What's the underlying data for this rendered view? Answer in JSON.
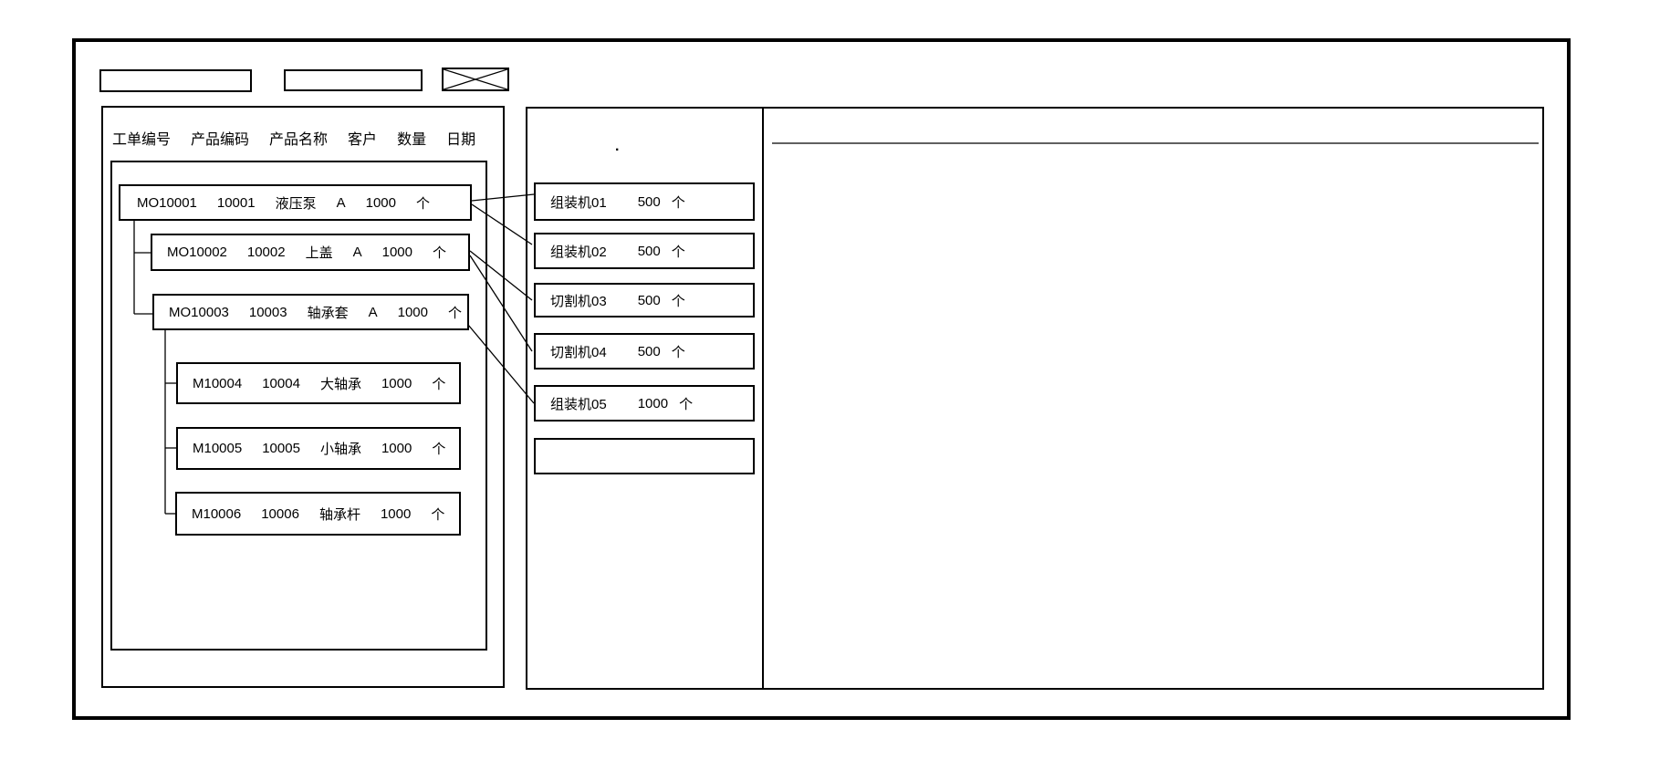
{
  "colors": {
    "line": "#000000",
    "background": "#ffffff"
  },
  "toolbar": {
    "field1_value": "",
    "field2_value": "",
    "close_icon": "x-crossed-box"
  },
  "work_orders": {
    "columns": [
      "工单编号",
      "产品编码",
      "产品名称",
      "客户",
      "数量",
      "日期"
    ],
    "rows": [
      {
        "order_no": "MO10001",
        "product_code": "10001",
        "product_name": "液压泵",
        "customer": "A",
        "qty": "1000",
        "unit": "个",
        "level": 0
      },
      {
        "order_no": "MO10002",
        "product_code": "10002",
        "product_name": "上盖",
        "customer": "A",
        "qty": "1000",
        "unit": "个",
        "level": 1
      },
      {
        "order_no": "MO10003",
        "product_code": "10003",
        "product_name": "轴承套",
        "customer": "A",
        "qty": "1000",
        "unit": "个",
        "level": 1
      },
      {
        "order_no": "M10004",
        "product_code": "10004",
        "product_name": "大轴承",
        "customer": "",
        "qty": "1000",
        "unit": "个",
        "level": 2
      },
      {
        "order_no": "M10005",
        "product_code": "10005",
        "product_name": "小轴承",
        "customer": "",
        "qty": "1000",
        "unit": "个",
        "level": 2
      },
      {
        "order_no": "M10006",
        "product_code": "10006",
        "product_name": "轴承杆",
        "customer": "",
        "qty": "1000",
        "unit": "个",
        "level": 2
      }
    ]
  },
  "machines": {
    "rows": [
      {
        "name": "组装机01",
        "qty": "500",
        "unit": "个"
      },
      {
        "name": "组装机02",
        "qty": "500",
        "unit": "个"
      },
      {
        "name": "切割机03",
        "qty": "500",
        "unit": "个"
      },
      {
        "name": "切割机04",
        "qty": "500",
        "unit": "个"
      },
      {
        "name": "组装机05",
        "qty": "1000",
        "unit": "个"
      }
    ],
    "empty_slot_value": "",
    "stray_mark": "."
  },
  "detail_panel": {
    "content": ""
  }
}
